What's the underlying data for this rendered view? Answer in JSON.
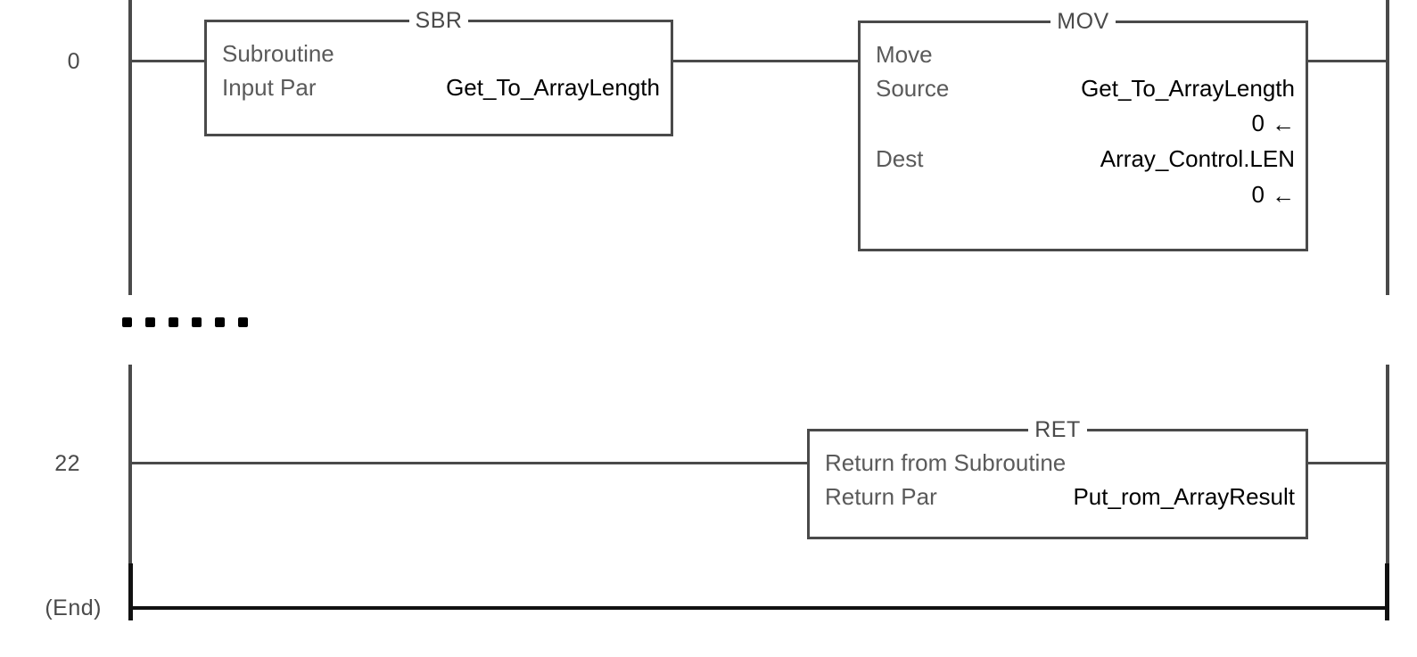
{
  "diagram": {
    "type": "ladder-logic",
    "rungs": [
      {
        "number": "0",
        "blocks": [
          {
            "title": "SBR",
            "name": "sbr-block",
            "rows": [
              {
                "label": "Subroutine",
                "value": ""
              },
              {
                "label": "Input Par",
                "value": "Get_To_ArrayLength"
              }
            ]
          },
          {
            "title": "MOV",
            "name": "mov-block",
            "rows": [
              {
                "label": "Move",
                "value": ""
              },
              {
                "label": "Source",
                "value": "Get_To_ArrayLength"
              },
              {
                "label": "",
                "value": "0",
                "arrow": "left-arrow"
              },
              {
                "label": "Dest",
                "value": "Array_Control.LEN"
              },
              {
                "label": "",
                "value": "0",
                "arrow": "left-arrow"
              }
            ]
          }
        ]
      },
      {
        "number": "22",
        "blocks": [
          {
            "title": "RET",
            "name": "ret-block",
            "rows": [
              {
                "label": "Return from Subroutine",
                "value": ""
              },
              {
                "label": "Return Par",
                "value": "Put_rom_ArrayResult"
              }
            ]
          }
        ]
      },
      {
        "number": "(End)",
        "blocks": []
      }
    ],
    "separator": {
      "dot_count": 6,
      "name": "rung-collapse-separator"
    },
    "labels": {
      "sbr_title": "SBR",
      "sbr_row1_label": "Subroutine",
      "sbr_row2_label": "Input Par",
      "sbr_row2_value": "Get_To_ArrayLength",
      "mov_title": "MOV",
      "mov_row1_label": "Move",
      "mov_row2_label": "Source",
      "mov_row2_value": "Get_To_ArrayLength",
      "mov_row3_value": "0",
      "mov_row4_label": "Dest",
      "mov_row4_value": "Array_Control.LEN",
      "mov_row5_value": "0",
      "ret_title": "RET",
      "ret_row1_label": "Return from Subroutine",
      "ret_row2_label": "Return Par",
      "ret_row2_value": "Put_rom_ArrayResult",
      "rung0_number": "0",
      "rung22_number": "22",
      "end_number": "(End)",
      "arrow_glyph": "←"
    },
    "colors": {
      "rail": "#4a4a4a",
      "rail_end": "#111111",
      "label_text": "#5a5a5a",
      "value_text": "#000000",
      "background": "#ffffff"
    }
  }
}
